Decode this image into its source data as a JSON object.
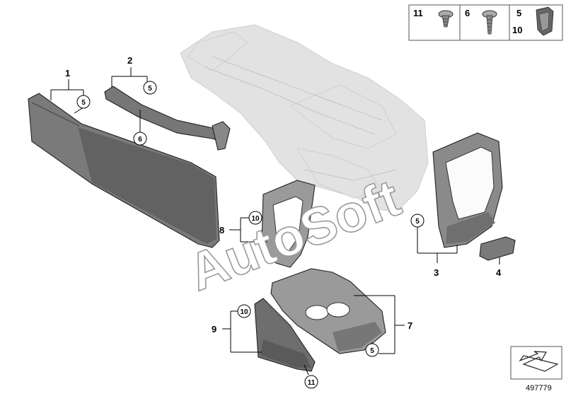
{
  "diagram_id": "497779",
  "watermark": "AutoSoft",
  "part_labels": {
    "p1": "1",
    "p2": "2",
    "p3": "3",
    "p4": "4",
    "p7": "7",
    "p8": "8",
    "p9": "9"
  },
  "callouts": {
    "c1": "5",
    "c2": "5",
    "c3": "6",
    "c4": "10",
    "c5": "5",
    "c6": "10",
    "c7": "11",
    "c8": "5"
  },
  "legend": {
    "cell1": "11",
    "cell2": "6",
    "cell3_a": "5",
    "cell3_b": "10"
  },
  "icons": {
    "screw_short": "screw-short-icon",
    "screw_long": "screw-long-icon",
    "clip": "clip-icon",
    "arrow": "orientation-arrow-icon"
  }
}
